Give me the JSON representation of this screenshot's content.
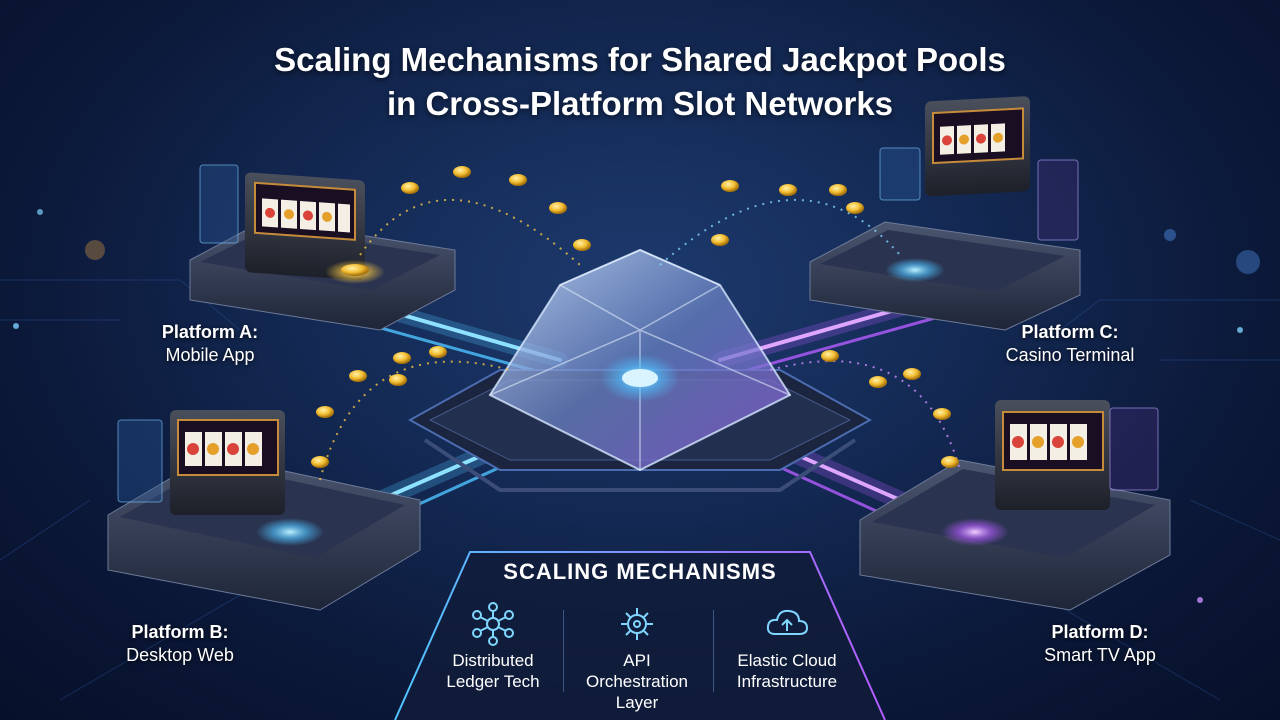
{
  "title": {
    "line1": "Scaling Mechanisms for Shared Jackpot Pools",
    "line2": "in Cross-Platform Slot Networks"
  },
  "platforms": {
    "a": {
      "name": "Platform A:",
      "type": "Mobile App"
    },
    "b": {
      "name": "Platform B:",
      "type": "Desktop Web"
    },
    "c": {
      "name": "Platform C:",
      "type": "Casino Terminal"
    },
    "d": {
      "name": "Platform D:",
      "type": "Smart TV App"
    }
  },
  "mechanisms": {
    "heading": "SCALING MECHANISMS",
    "items": [
      {
        "line1": "Distributed",
        "line2": "Ledger Tech",
        "icon": "network-nodes-icon"
      },
      {
        "line1": "API",
        "line2": "Orchestration",
        "line3": "Layer",
        "icon": "gear-chip-icon"
      },
      {
        "line1": "Elastic Cloud",
        "line2": "Infrastructure",
        "icon": "cloud-icon"
      }
    ]
  },
  "colors": {
    "accent_blue": "#4fc3ff",
    "accent_purple": "#b45cff",
    "coin_gold": "#f5c542",
    "background": "#0b1838"
  }
}
